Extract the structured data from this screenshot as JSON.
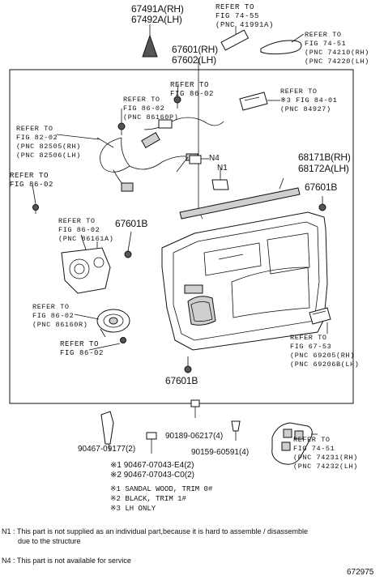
{
  "labels": {
    "l_67491": "67491A(RH)",
    "l_67492": "67492A(LH)",
    "l_ref_7455": "REFER TO\nFIG 74-55\n(PNC 41991A)",
    "l_ref_7451_top": "REFER TO\nFIG 74-51\n(PNC 74210(RH)\n(PNC 74220(LH)",
    "l_67601": "67601(RH)",
    "l_67602": "67602(LH)",
    "l_ref_8602_a": "REFER TO\nFIG 86-02",
    "l_ref_8602_b": "REFER TO\nFIG 86-02\n(PNC 86160P)",
    "l_ref_8401": "REFER TO\n※3 FIG 84-01\n(PNC 84927)",
    "l_ref_8202": "REFER TO\nFIG 82-02\n(PNC 82505(RH)\n(PNC 82506(LH)",
    "l_n4": "N4",
    "l_n1": "N1",
    "l_68171": "68171B(RH)",
    "l_68172": "68172A(LH)",
    "l_ref_8602_c": "REFER TO\nFIG 86-02",
    "l_67601b_right": "67601B",
    "l_ref_8602_d": "REFER TO\nFIG 86-02\n(PNC 86161A)",
    "l_67601b_left": "67601B",
    "l_ref_8602_e": "REFER TO\nFIG 86-02\n(PNC 86160R)",
    "l_ref_8602_f": "REFER TO\nFIG 86-02",
    "l_ref_6753": "REFER TO\nFIG 67-53\n(PNC 69205(RH)\n(PNC 69206B(LH)",
    "l_67601b_bottom": "67601B",
    "l_90467_09177": "90467-09177(2)",
    "l_90189": "90189-06217(4)",
    "l_90159": "90159-60591(4)",
    "l_ref_7451_bot": "REFER TO\nFIG 74-51\n(PNC 74231(RH)\n(PNC 74232(LH)",
    "l_90467_e4": "※1 90467-07043-E4(2)",
    "l_90467_c0": "※2 90467-07043-C0(2)",
    "l_legend1": "※1 SANDAL WOOD, TRIM 0#",
    "l_legend2": "※2 BLACK, TRIM 1#",
    "l_legend3": "※3 LH ONLY"
  },
  "notes": {
    "n1": "N1 : This part is not supplied as an individual part,because it is hard to assemble / disassemble\n        due to the structure",
    "n4": "N4 : This part is not available for service"
  },
  "figure_number": "672975"
}
